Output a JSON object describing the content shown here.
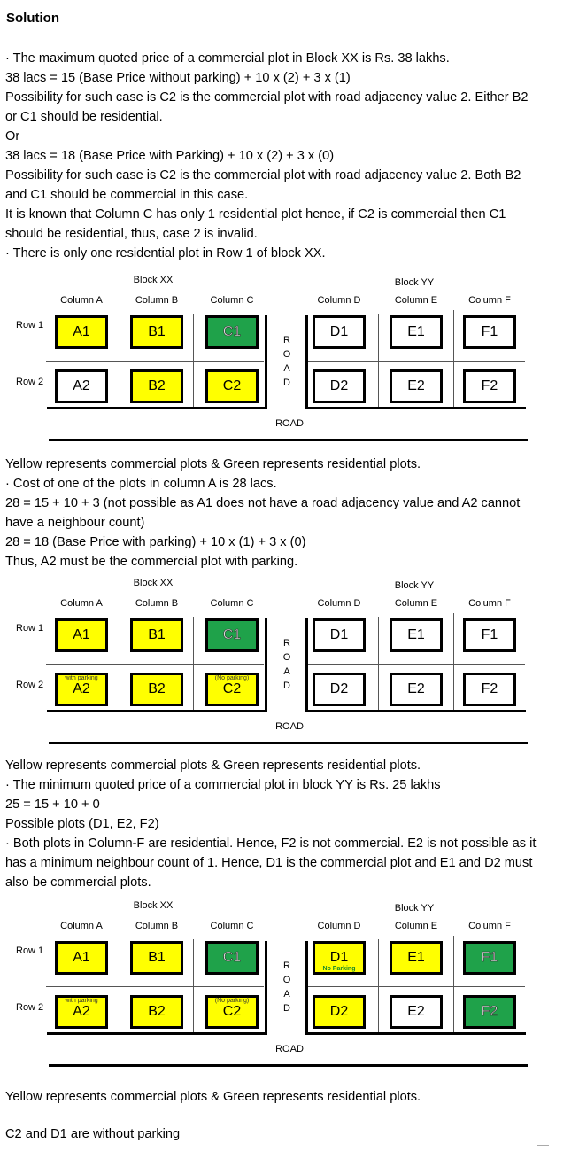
{
  "title": "Solution",
  "sections": [
    {
      "lines": [
        "· The maximum quoted price of a commercial plot in Block XX is Rs. 38 lakhs.",
        "38 lacs = 15 (Base Price without parking) + 10 x (2) + 3 x (1)",
        "Possibility for such case is C2 is the commercial plot with road adjacency value 2. Either B2",
        "or C1 should be residential.",
        "Or",
        "38 lacs = 18 (Base Price with Parking) + 10 x (2) + 3 x (0)",
        "Possibility for such case is C2 is the commercial plot with road adjacency value 2. Both B2",
        "and C1 should be commercial in this case.",
        "It is known that Column C has only 1 residential plot hence, if C2 is commercial then C1",
        "should be residential, thus, case 2 is invalid.",
        "· There is only one residential plot in Row 1 of block XX."
      ]
    },
    {
      "lines": [
        "Yellow represents commercial plots & Green represents residential plots.",
        "· Cost of one of the plots in column A is 28 lacs.",
        "28 = 15 + 10 + 3 (not possible as A1 does not have a road adjacency value and A2 cannot",
        "have a neighbour count)",
        "28 = 18 (Base Price with parking) + 10 x (1) + 3 x (0)",
        "Thus, A2 must be the commercial plot with parking."
      ]
    },
    {
      "lines": [
        "Yellow represents commercial plots & Green represents residential plots.",
        "· The minimum quoted price of a commercial plot in block YY is Rs. 25 lakhs",
        "25 = 15 + 10 + 0",
        "Possible plots (D1, E2, F2)",
        "· Both plots in Column-F are residential. Hence, F2 is not commercial. E2 is not possible as it",
        "has a minimum neighbour count of 1. Hence, D1 is the commercial plot and E1 and D2 must",
        "also be commercial plots."
      ]
    },
    {
      "lines": [
        "Yellow represents commercial plots & Green represents residential plots."
      ]
    },
    {
      "lines": [
        "C2 and D1 are without parking"
      ]
    }
  ],
  "diagram_labels": {
    "block_xx": "Block XX",
    "block_yy": "Block YY",
    "columns": [
      "Column A",
      "Column B",
      "Column C",
      "Column D",
      "Column E",
      "Column F"
    ],
    "rows": [
      "Row 1",
      "Row 2"
    ],
    "road": "ROAD",
    "road_vertical": [
      "R",
      "O",
      "A",
      "D"
    ]
  },
  "colors": {
    "commercial": "#ffff00",
    "residential": "#1fa24a"
  },
  "diagrams": [
    {
      "plots": [
        {
          "id": "A1",
          "state": "commercial"
        },
        {
          "id": "B1",
          "state": "commercial"
        },
        {
          "id": "C1",
          "state": "residential"
        },
        {
          "id": "D1",
          "state": "empty"
        },
        {
          "id": "E1",
          "state": "empty"
        },
        {
          "id": "F1",
          "state": "empty"
        },
        {
          "id": "A2",
          "state": "empty"
        },
        {
          "id": "B2",
          "state": "commercial"
        },
        {
          "id": "C2",
          "state": "commercial"
        },
        {
          "id": "D2",
          "state": "empty"
        },
        {
          "id": "E2",
          "state": "empty"
        },
        {
          "id": "F2",
          "state": "empty"
        }
      ]
    },
    {
      "plots": [
        {
          "id": "A1",
          "state": "commercial"
        },
        {
          "id": "B1",
          "state": "commercial"
        },
        {
          "id": "C1",
          "state": "residential"
        },
        {
          "id": "D1",
          "state": "empty"
        },
        {
          "id": "E1",
          "state": "empty"
        },
        {
          "id": "F1",
          "state": "empty"
        },
        {
          "id": "A2",
          "state": "commercial",
          "note": "with parking"
        },
        {
          "id": "B2",
          "state": "commercial"
        },
        {
          "id": "C2",
          "state": "commercial",
          "note": "(No parking)"
        },
        {
          "id": "D2",
          "state": "empty"
        },
        {
          "id": "E2",
          "state": "empty"
        },
        {
          "id": "F2",
          "state": "empty"
        }
      ]
    },
    {
      "plots": [
        {
          "id": "A1",
          "state": "commercial"
        },
        {
          "id": "B1",
          "state": "commercial"
        },
        {
          "id": "C1",
          "state": "residential"
        },
        {
          "id": "D1",
          "state": "commercial",
          "note_bottom": "No Parking"
        },
        {
          "id": "E1",
          "state": "commercial"
        },
        {
          "id": "F1",
          "state": "residential"
        },
        {
          "id": "A2",
          "state": "commercial",
          "note": "with parking"
        },
        {
          "id": "B2",
          "state": "commercial"
        },
        {
          "id": "C2",
          "state": "commercial",
          "note": "(No parking)"
        },
        {
          "id": "D2",
          "state": "commercial"
        },
        {
          "id": "E2",
          "state": "empty"
        },
        {
          "id": "F2",
          "state": "residential"
        }
      ]
    }
  ]
}
